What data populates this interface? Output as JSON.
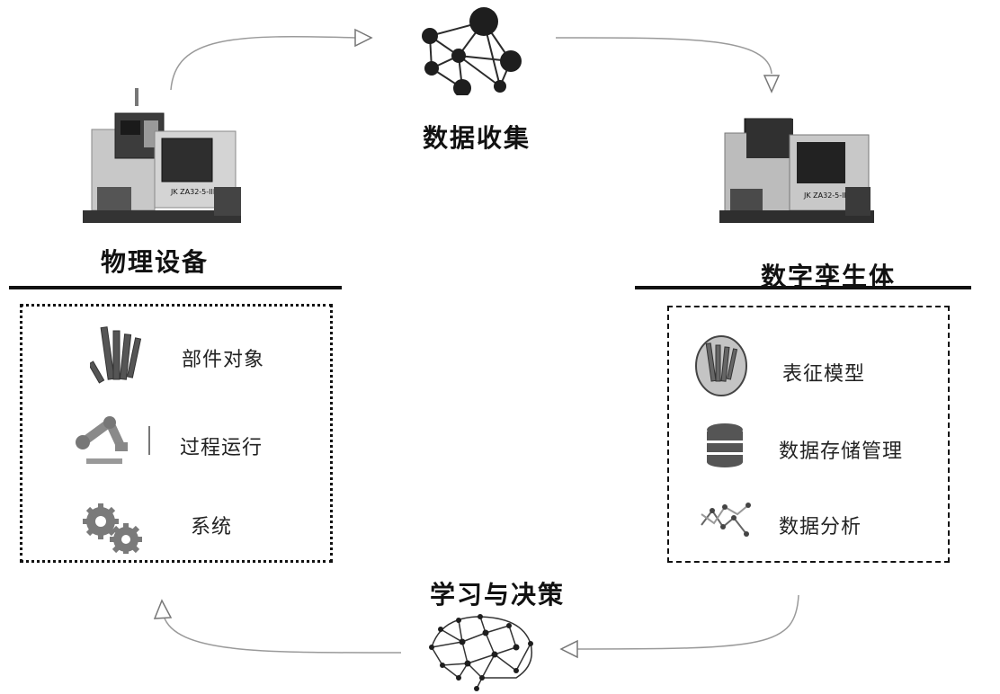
{
  "data_collection": {
    "title": "数据收集",
    "icon": "network-graph-icon"
  },
  "physical": {
    "title": "物理设备",
    "machine_icon": "cnc-lathe-machine-icon",
    "items": [
      {
        "label": "部件对象",
        "icon": "cutting-tools-icon"
      },
      {
        "label": "过程运行",
        "icon": "robot-arm-icon"
      },
      {
        "label": "系统",
        "icon": "gears-icon"
      }
    ]
  },
  "twin": {
    "title": "数字孪生体",
    "machine_icon": "cnc-lathe-twin-icon",
    "items": [
      {
        "label": "表征模型",
        "icon": "tools-model-icon"
      },
      {
        "label": "数据存储管理",
        "icon": "database-icon"
      },
      {
        "label": "数据分析",
        "icon": "line-chart-icon"
      }
    ]
  },
  "learning": {
    "title": "学习与决策",
    "icon": "brain-network-icon"
  },
  "machine_plate_text": "JK ZA32-5-III",
  "colors": {
    "line": "#111111",
    "arrow": "#888888",
    "icon_dark": "#2b2b2b",
    "icon_mid": "#7a7a7a"
  }
}
